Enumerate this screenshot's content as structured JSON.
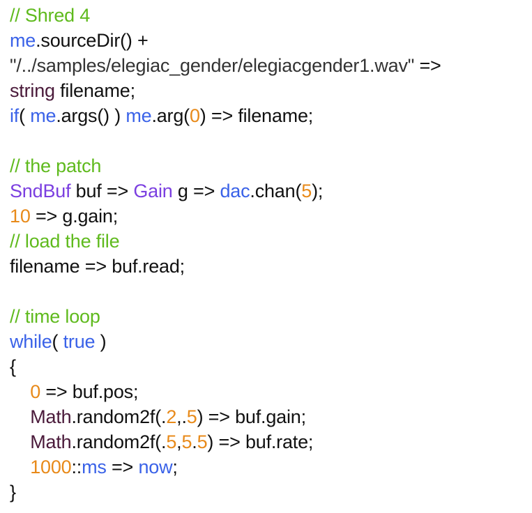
{
  "editor": {
    "lines": [
      [
        [
          "comment",
          "// Shred 4"
        ]
      ],
      [
        [
          "builtin",
          "me"
        ],
        [
          "ident",
          ".sourceDir() +"
        ]
      ],
      [
        [
          "string",
          "\"/../samples/elegiac_gender/elegiacgender1.wav\""
        ],
        [
          "ident",
          " =>"
        ]
      ],
      [
        [
          "type",
          "string"
        ],
        [
          "ident",
          " filename;"
        ]
      ],
      [
        [
          "keyword",
          "if"
        ],
        [
          "ident",
          "( "
        ],
        [
          "builtin",
          "me"
        ],
        [
          "ident",
          ".args() ) "
        ],
        [
          "builtin",
          "me"
        ],
        [
          "ident",
          ".arg("
        ],
        [
          "number",
          "0"
        ],
        [
          "ident",
          ") => filename;"
        ]
      ],
      [],
      [
        [
          "comment",
          "// the patch"
        ]
      ],
      [
        [
          "class",
          "SndBuf"
        ],
        [
          "ident",
          " buf => "
        ],
        [
          "class",
          "Gain"
        ],
        [
          "ident",
          " g => "
        ],
        [
          "builtin",
          "dac"
        ],
        [
          "ident",
          ".chan("
        ],
        [
          "number",
          "5"
        ],
        [
          "ident",
          ");"
        ]
      ],
      [
        [
          "number",
          "10"
        ],
        [
          "ident",
          " => g.gain;"
        ]
      ],
      [
        [
          "comment",
          "// load the file"
        ]
      ],
      [
        [
          "ident",
          "filename => buf.read;"
        ]
      ],
      [],
      [
        [
          "comment",
          "// time loop"
        ]
      ],
      [
        [
          "keyword",
          "while"
        ],
        [
          "ident",
          "( "
        ],
        [
          "keyword",
          "true"
        ],
        [
          "ident",
          " )"
        ]
      ],
      [
        [
          "ident",
          "{"
        ]
      ],
      [
        [
          "ident",
          "    "
        ],
        [
          "number",
          "0"
        ],
        [
          "ident",
          " => buf.pos;"
        ]
      ],
      [
        [
          "ident",
          "    "
        ],
        [
          "type",
          "Math"
        ],
        [
          "ident",
          ".random2f(."
        ],
        [
          "number",
          "2"
        ],
        [
          "ident",
          ",."
        ],
        [
          "number",
          "5"
        ],
        [
          "ident",
          ") => buf.gain;"
        ]
      ],
      [
        [
          "ident",
          "    "
        ],
        [
          "type",
          "Math"
        ],
        [
          "ident",
          ".random2f(."
        ],
        [
          "number",
          "5"
        ],
        [
          "ident",
          ","
        ],
        [
          "number",
          "5"
        ],
        [
          "ident",
          "."
        ],
        [
          "number",
          "5"
        ],
        [
          "ident",
          ") => buf.rate;"
        ]
      ],
      [
        [
          "ident",
          "    "
        ],
        [
          "number",
          "1000"
        ],
        [
          "ident",
          "::"
        ],
        [
          "builtin",
          "ms"
        ],
        [
          "ident",
          " => "
        ],
        [
          "builtin",
          "now"
        ],
        [
          "ident",
          ";"
        ]
      ],
      [
        [
          "ident",
          "}"
        ]
      ]
    ]
  }
}
